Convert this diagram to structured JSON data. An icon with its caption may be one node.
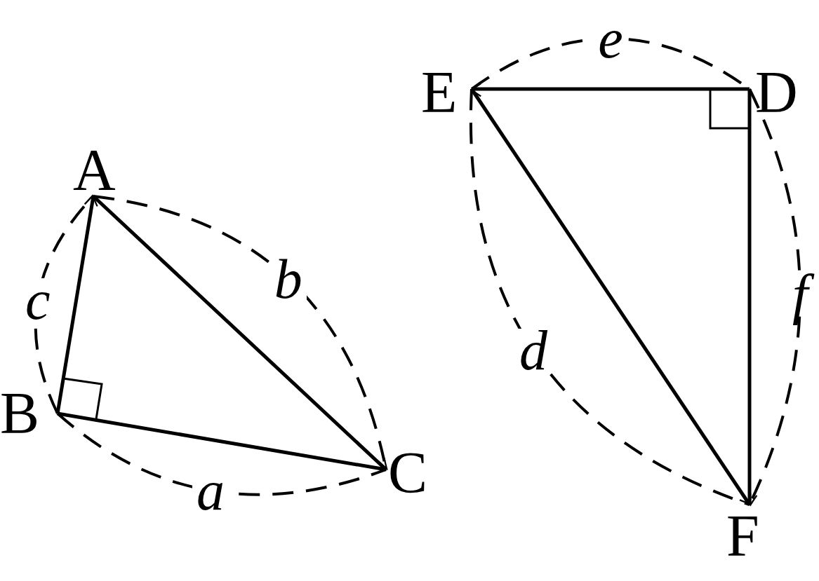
{
  "diagram": {
    "nodes": [
      {
        "text": [
          "A"
        ]
      },
      {
        "text": [
          "B"
        ]
      },
      {
        "text": [
          "C"
        ]
      },
      {
        "text": [
          "E"
        ]
      },
      {
        "text": [
          "D"
        ]
      },
      {
        "text": [
          "F"
        ]
      }
    ],
    "edges": [
      {
        "from": 1,
        "to": 0,
        "arrow": "to"
      },
      {
        "from": 0,
        "to": 2,
        "arrow": "to"
      },
      {
        "from": 1,
        "to": 2,
        "arrow": "to"
      },
      {
        "from": 4,
        "to": 3,
        "arrow": "to"
      },
      {
        "from": 4,
        "to": 5,
        "arrow": "to"
      },
      {
        "from": 3,
        "to": 5,
        "arrow": "to"
      },
      {
        "from": 1,
        "to": 0,
        "arrow": "none",
        "style": "dashed",
        "label": "c"
      },
      {
        "from": 0,
        "to": 2,
        "arrow": "none",
        "style": "dashed",
        "label": "b"
      },
      {
        "from": 1,
        "to": 2,
        "arrow": "none",
        "style": "dashed",
        "label": "a"
      },
      {
        "from": 3,
        "to": 4,
        "arrow": "none",
        "style": "dashed",
        "label": "e"
      },
      {
        "from": 4,
        "to": 5,
        "arrow": "none",
        "style": "dashed",
        "label": "f"
      },
      {
        "from": 3,
        "to": 5,
        "arrow": "none",
        "style": "dashed",
        "label": "d"
      }
    ]
  }
}
